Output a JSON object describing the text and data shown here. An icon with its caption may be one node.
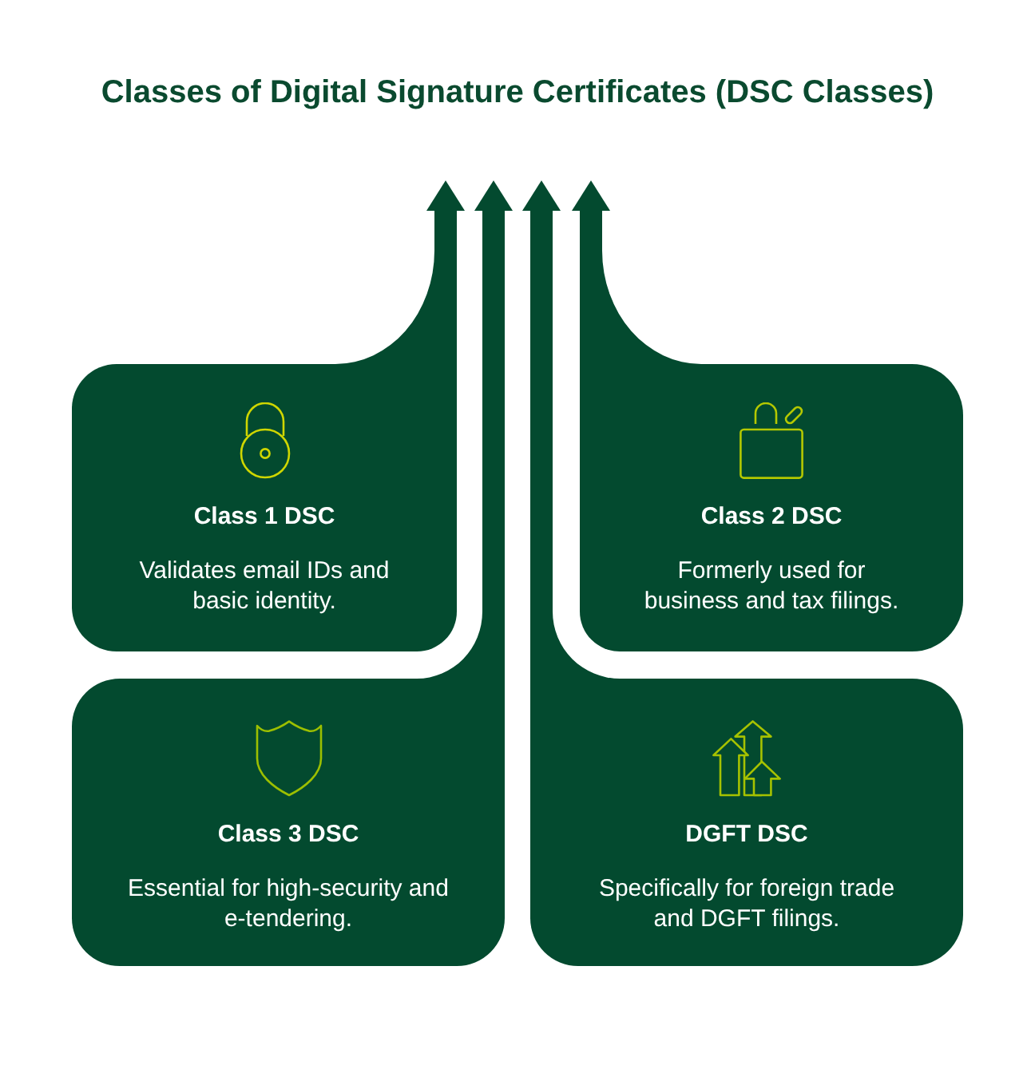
{
  "diagram": {
    "title": "Classes of Digital Signature Certificates (DSC Classes)",
    "nodes": [
      {
        "text": [
          "Class 1 DSC",
          "Validates email IDs and basic identity."
        ]
      },
      {
        "text": [
          "Class 2 DSC",
          "Formerly used for business and tax filings."
        ]
      },
      {
        "text": [
          "Class 3 DSC",
          "Essential for high-security and e-tendering."
        ]
      },
      {
        "text": [
          "DGFT DSC",
          "Specifically for foreign trade and DGFT filings."
        ]
      }
    ],
    "edges": [
      {
        "from": 0,
        "to": null,
        "arrow": "to"
      },
      {
        "from": 1,
        "to": null,
        "arrow": "to"
      },
      {
        "from": 2,
        "to": null,
        "arrow": "to"
      },
      {
        "from": 3,
        "to": null,
        "arrow": "to"
      }
    ]
  }
}
